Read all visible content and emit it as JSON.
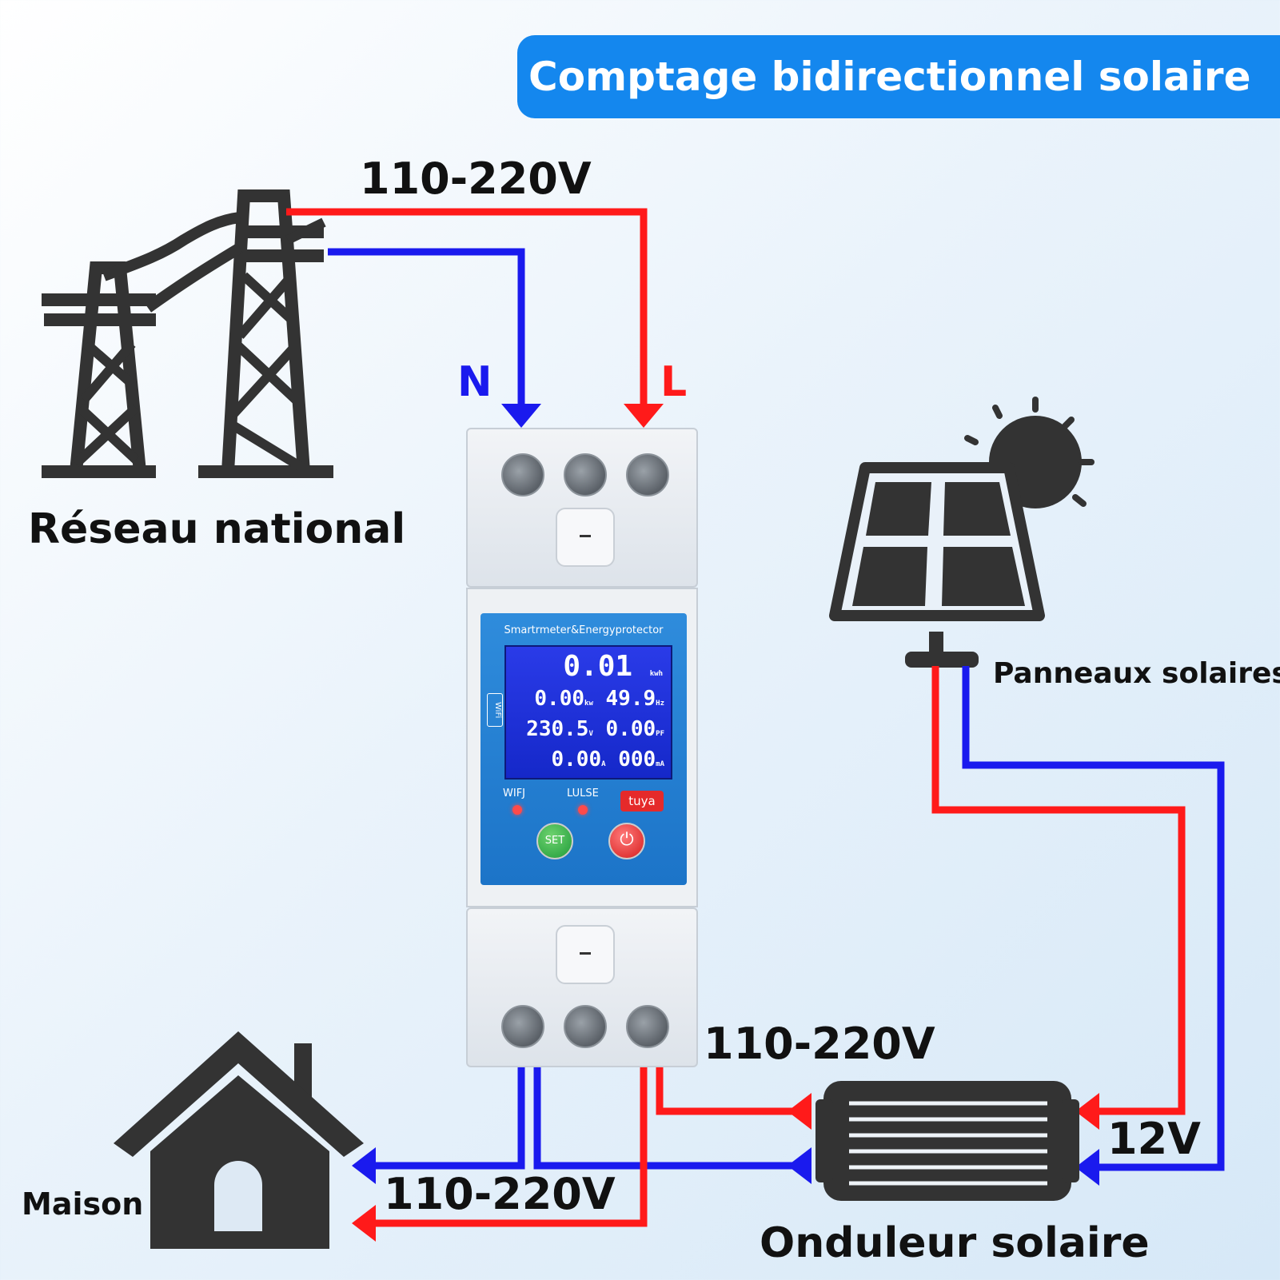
{
  "title": "Comptage bidirectionnel solaire",
  "labels": {
    "grid_voltage": "110-220V",
    "neutral": "N",
    "live": "L",
    "grid": "Réseau national",
    "solar_panels": "Panneaux solaires",
    "inverter_voltage": "110-220V",
    "dc_voltage": "12V",
    "house_voltage": "110-220V",
    "house": "Maison",
    "inverter": "Onduleur solaire"
  },
  "meter": {
    "brand_text": "Smartrmeter&Energyprotector",
    "wifi_tag": "WiFi",
    "readings": {
      "energy": "0.01",
      "energy_unit": "kwh",
      "power": "0.00",
      "power_unit": "kw",
      "frequency": "49.9",
      "frequency_unit": "Hz",
      "voltage": "230.5",
      "voltage_unit": "V",
      "power_factor": "0.00",
      "power_factor_unit": "PF",
      "current": "0.00",
      "current_unit": "A",
      "leakage": "000",
      "leakage_unit": "mA"
    },
    "wifi_led_label": "WIFJ",
    "pulse_led_label": "LULSE",
    "tuya_label": "tuya",
    "set_button": "SET",
    "power_symbol": "⏻"
  },
  "colors": {
    "live_wire": "#ff1a1a",
    "neutral_wire": "#1a1aee",
    "icon": "#333333",
    "banner": "#1487ee"
  }
}
